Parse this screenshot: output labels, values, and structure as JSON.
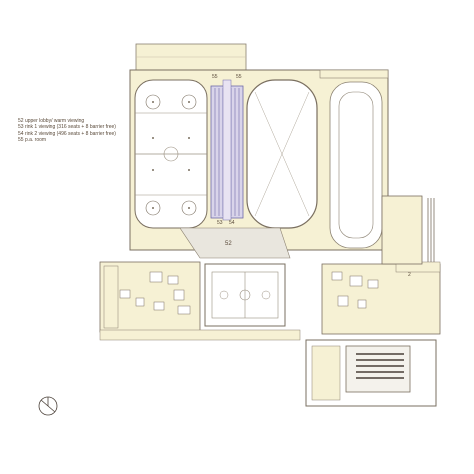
{
  "legend": {
    "items": [
      "52  upper lobby/ warm viewing",
      "53  rink 1 viewing (316 seats + 8 barrier free)",
      "54  rink 2 viewing (496 seats + 8 barrier free)",
      "55  p.a. room"
    ]
  },
  "room_labels": {
    "lobby": "52",
    "rink1_viewing": "53",
    "rink2_viewing": "54",
    "pa_room_a": "55",
    "pa_room_b": "55",
    "rink_area": "2"
  },
  "colors": {
    "fill": "#f6f1d4",
    "wall": "#7a6f60",
    "line": "#8a8070",
    "seating": "#6f6aa8",
    "accent": "#b08a3a"
  },
  "icons": {
    "north_arrow": "north-arrow-icon"
  }
}
